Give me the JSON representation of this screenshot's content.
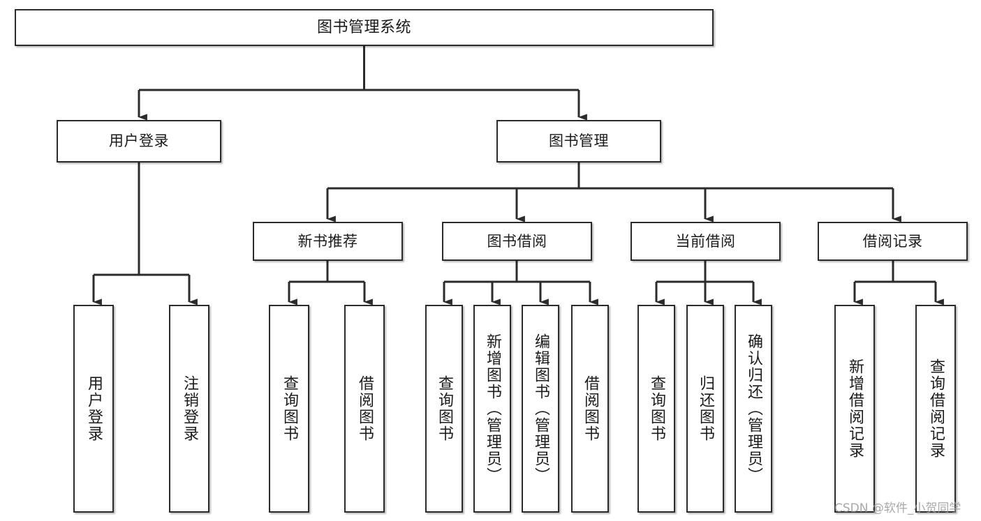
{
  "diagram": {
    "type": "tree-hierarchy-chart",
    "title": "图书管理系统",
    "orientation": "top-down",
    "colors": {
      "box_border": "#2b2b2b",
      "box_fill": "#ffffff",
      "connector": "#2b2b2b",
      "text": "#1b1b1b",
      "watermark": "#9a9a9a",
      "background": "#ffffff"
    }
  },
  "root": {
    "label": "图书管理系统"
  },
  "level2": [
    {
      "label": "用户登录"
    },
    {
      "label": "图书管理"
    }
  ],
  "level3": [
    {
      "label": "新书推荐"
    },
    {
      "label": "图书借阅"
    },
    {
      "label": "当前借阅"
    },
    {
      "label": "借阅记录"
    }
  ],
  "leaves": {
    "user_login": [
      {
        "label": "用户登录"
      },
      {
        "label": "注销登录"
      }
    ],
    "new_book_recommend": [
      {
        "label": "查询图书"
      },
      {
        "label": "借阅图书"
      }
    ],
    "book_borrow": [
      {
        "label": "查询图书"
      },
      {
        "label": "新增图书（管理员）"
      },
      {
        "label": "编辑图书（管理员）"
      },
      {
        "label": "借阅图书"
      }
    ],
    "current_borrow": [
      {
        "label": "查询图书"
      },
      {
        "label": "归还图书"
      },
      {
        "label": "确认归还（管理员）"
      }
    ],
    "borrow_record": [
      {
        "label": "新增借阅记录"
      },
      {
        "label": "查询借阅记录"
      }
    ]
  },
  "watermark": {
    "text": "CSDN @软件_小贺同学"
  }
}
